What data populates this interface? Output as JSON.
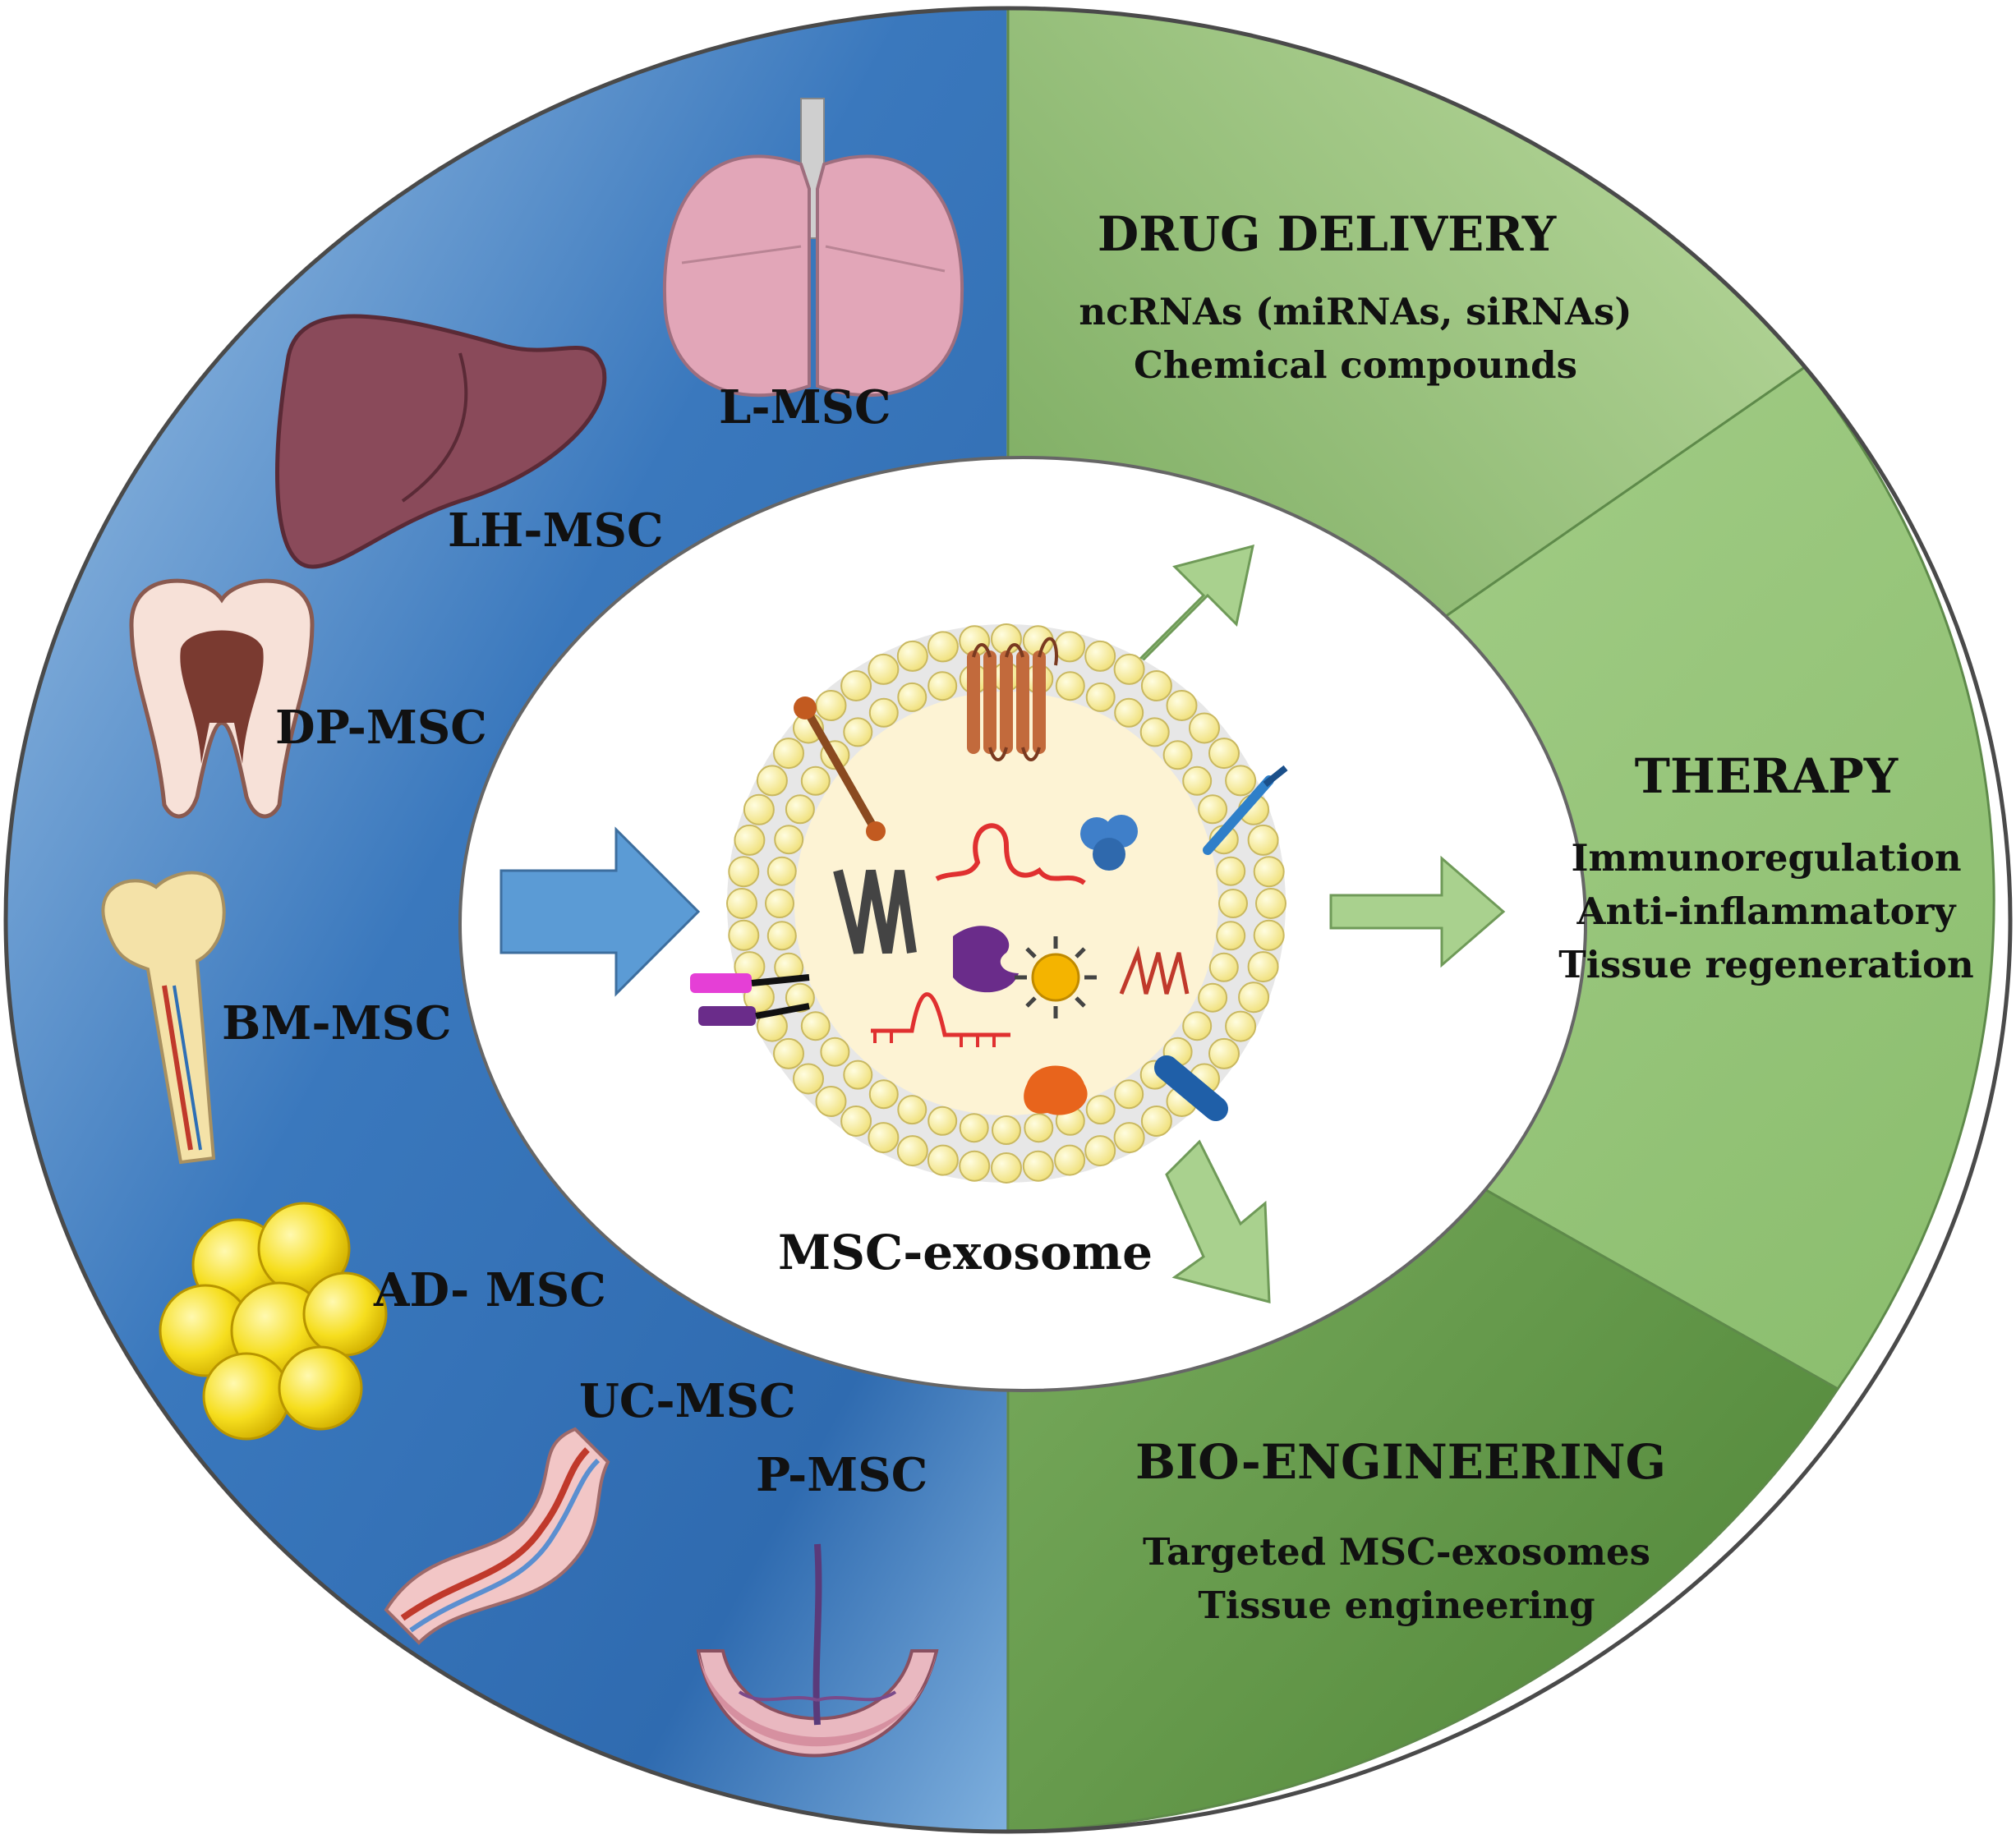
{
  "sources": {
    "lung": "L-MSC",
    "liver": "LH-MSC",
    "tooth": "DP-MSC",
    "bone": "BM-MSC",
    "adipose": "AD- MSC",
    "umbilical": "UC-MSC",
    "placenta": "P-MSC"
  },
  "center": {
    "label": "MSC-exosome"
  },
  "applications": {
    "drug_delivery": {
      "title": "DRUG DELIVERY",
      "items": [
        "ncRNAs (miRNAs, siRNAs)",
        "Chemical compounds"
      ]
    },
    "therapy": {
      "title": "THERAPY",
      "items": [
        "Immunoregulation",
        "Anti-inflammatory",
        "Tissue regeneration"
      ]
    },
    "bioengineering": {
      "title": "BIO-ENGINEERING",
      "items": [
        "Targeted MSC-exosomes",
        "Tissue engineering"
      ]
    }
  },
  "colors": {
    "left_blue_light": "#9cc3e6",
    "left_blue_dark": "#2d6db3",
    "green_light": "#c3dfa6",
    "green_mid": "#93c47d",
    "green_dark": "#5e9443",
    "arrow_blue": "#5b9bd5",
    "arrow_green": "#a9d18e",
    "vesicle_bead": "#fbf1a0"
  }
}
